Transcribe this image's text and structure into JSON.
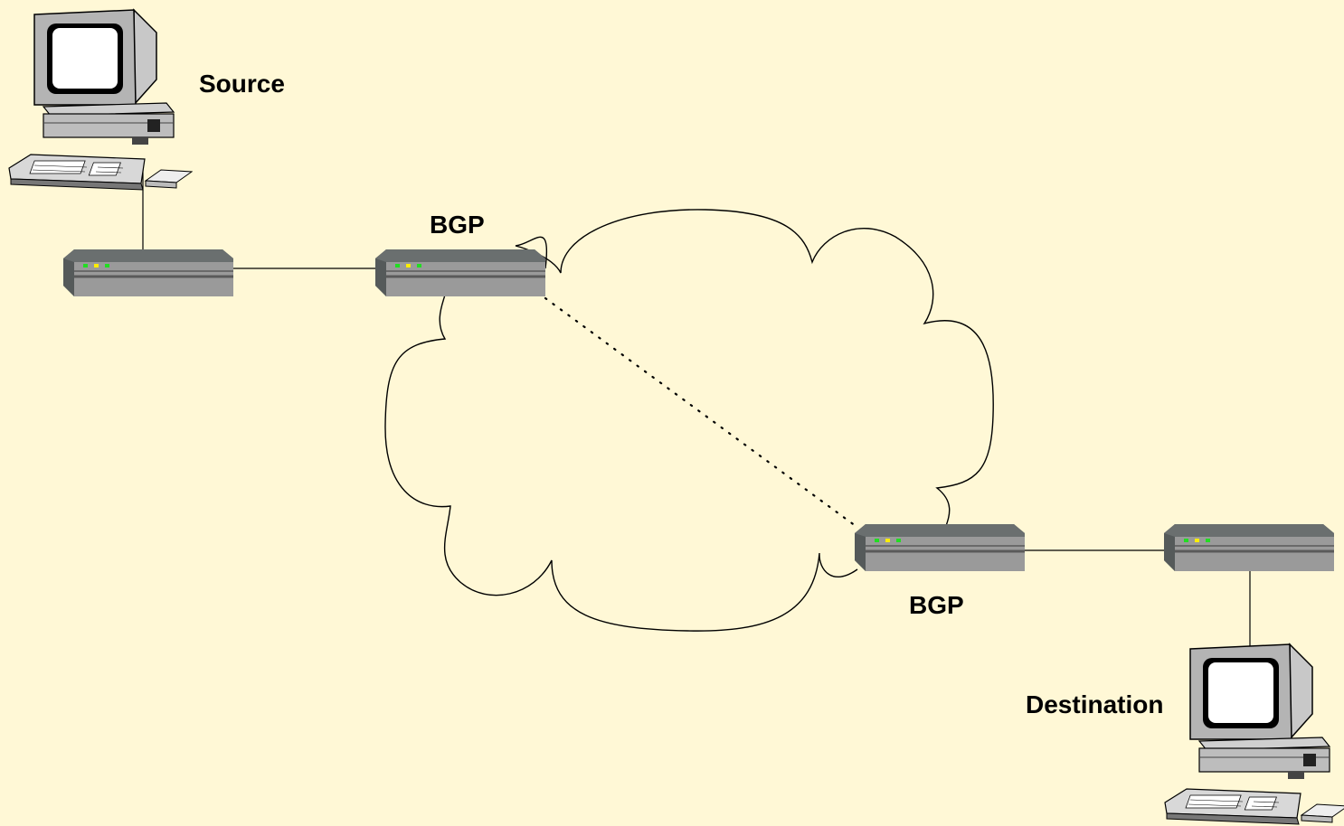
{
  "diagram": {
    "background_color": "#fff8d6",
    "nodes": {
      "source": {
        "label": "Source",
        "icon": "desktop-computer-icon"
      },
      "destination": {
        "label": "Destination",
        "icon": "desktop-computer-icon"
      },
      "router_source_edge": {
        "icon": "router-icon"
      },
      "router_bgp_1": {
        "label": "BGP",
        "icon": "router-icon"
      },
      "router_bgp_2": {
        "label": "BGP",
        "icon": "router-icon"
      },
      "router_destination_edge": {
        "icon": "router-icon"
      },
      "network_cloud": {
        "icon": "cloud-icon"
      }
    },
    "links": [
      {
        "from": "source",
        "to": "router_source_edge",
        "style": "solid"
      },
      {
        "from": "router_source_edge",
        "to": "router_bgp_1",
        "style": "solid"
      },
      {
        "from": "router_bgp_1",
        "to": "router_bgp_2",
        "style": "dotted"
      },
      {
        "from": "router_bgp_2",
        "to": "router_destination_edge",
        "style": "solid"
      },
      {
        "from": "router_destination_edge",
        "to": "destination",
        "style": "solid"
      }
    ],
    "colors": {
      "led_green": "#22dd22",
      "led_yellow": "#ffee00",
      "device_gray": "#999999"
    }
  }
}
